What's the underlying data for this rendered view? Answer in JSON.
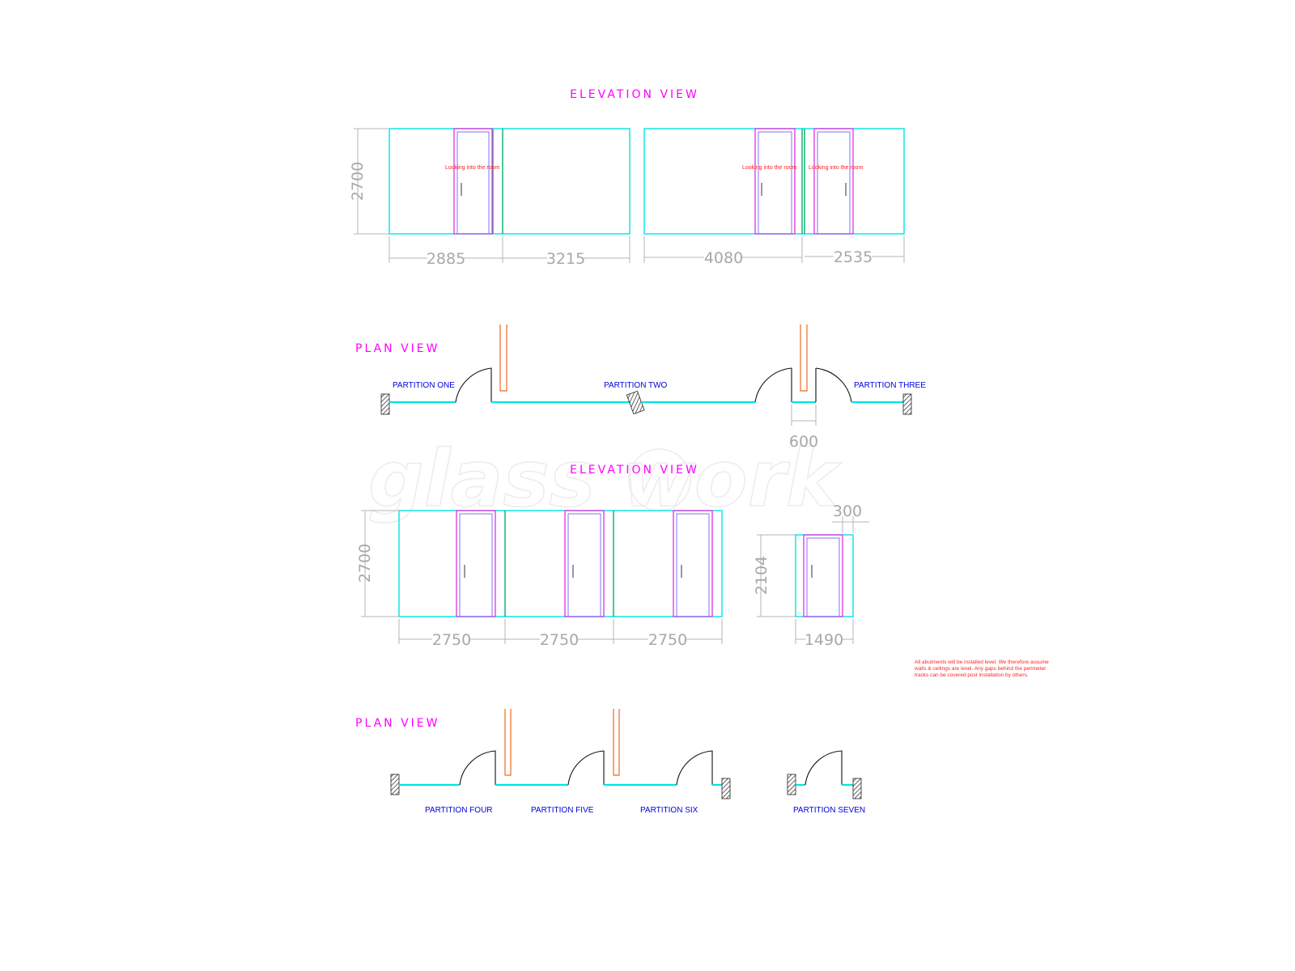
{
  "watermark": "glass work",
  "sections": {
    "elevation_top_title": "ELEVATION VIEW",
    "plan_top_title": "PLAN VIEW",
    "elevation_bottom_title": "ELEVATION VIEW",
    "plan_bottom_title": "PLAN VIEW"
  },
  "dimensions": {
    "top_height": "2700",
    "top_widths": [
      "2885",
      "3215",
      "4080",
      "2535"
    ],
    "gap_width": "600",
    "bottom_height": "2700",
    "bottom_widths": [
      "2750",
      "2750",
      "2750"
    ],
    "small_height": "2104",
    "small_width": "1490",
    "small_offset": "300"
  },
  "annotations": {
    "looking": "Looking into the room"
  },
  "partitions": {
    "one": "PARTITION ONE",
    "two": "PARTITION TWO",
    "three": "PARTITION THREE",
    "four": "PARTITION FOUR",
    "five": "PARTITION FIVE",
    "six": "PARTITION SIX",
    "seven": "PARTITION SEVEN"
  },
  "note": {
    "line1": "All abutments will be installed level. We therefore assume",
    "line2": "walls & ceilings are level. Any gaps behind the perimeter",
    "line3": "tracks can be covered post installation by others."
  }
}
